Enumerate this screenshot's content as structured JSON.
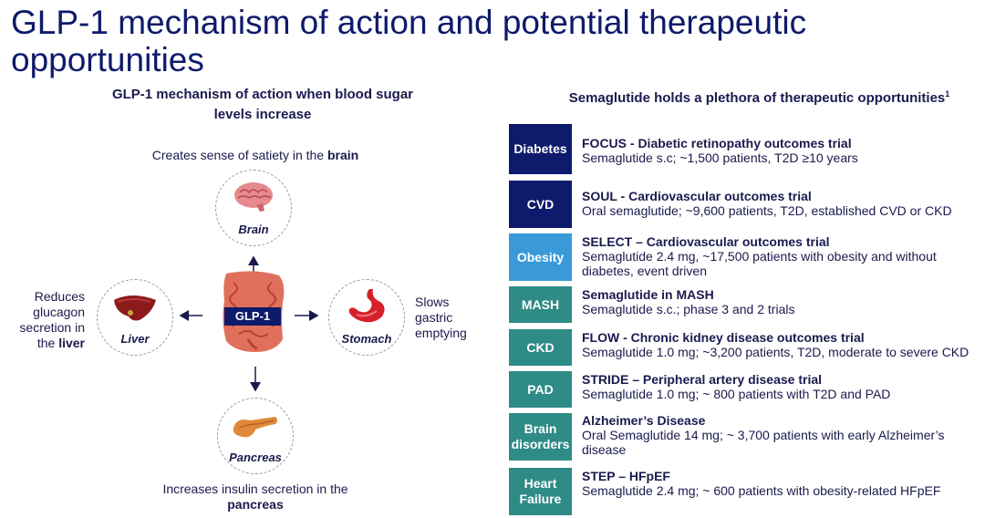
{
  "title": "GLP-1 mechanism of action and potential therapeutic opportunities",
  "left": {
    "heading": "GLP-1 mechanism of action when blood sugar levels increase",
    "center_label": "GLP-1",
    "brain": {
      "caption_pre": "Creates sense of satiety in the ",
      "caption_bold": "brain",
      "label": "Brain"
    },
    "liver": {
      "caption_pre": "Reduces glucagon secretion in the ",
      "caption_bold": "liver",
      "label": "Liver"
    },
    "stomach": {
      "caption": "Slows gastric emptying",
      "label": "Stomach"
    },
    "pancreas": {
      "caption_pre": "Increases insulin secretion in the ",
      "caption_bold": "pancreas",
      "label": "Pancreas"
    }
  },
  "right": {
    "heading": "Semaglutide holds a plethora of therapeutic opportunities",
    "heading_sup": "1",
    "rows": [
      {
        "tag": "Diabetes",
        "color": "#0e1a6b",
        "title": "FOCUS - Diabetic retinopathy outcomes trial",
        "desc": "Semaglutide s.c; ~1,500 patients, T2D ≥10 years"
      },
      {
        "tag": "CVD",
        "color": "#0e1a6b",
        "title": "SOUL - Cardiovascular outcomes trial",
        "desc": "Oral semaglutide; ~9,600 patients, T2D, established CVD or CKD"
      },
      {
        "tag": "Obesity",
        "color": "#3a9ad9",
        "title": "SELECT – Cardiovascular outcomes trial",
        "desc": "Semaglutide 2.4 mg, ~17,500 patients with obesity and without diabetes, event driven"
      },
      {
        "tag": "MASH",
        "color": "#2e8b86",
        "title": "Semaglutide in MASH",
        "desc": "Semaglutide s.c.; phase 3 and 2 trials"
      },
      {
        "tag": "CKD",
        "color": "#2e8b86",
        "title": "FLOW - Chronic kidney disease outcomes trial",
        "desc": "Semaglutide 1.0 mg; ~3,200 patients, T2D, moderate to severe CKD"
      },
      {
        "tag": "PAD",
        "color": "#2e8b86",
        "title": "STRIDE – Peripheral artery disease trial",
        "desc": "Semaglutide 1.0 mg; ~ 800 patients with T2D and PAD"
      },
      {
        "tag": "Brain disorders",
        "color": "#2e8b86",
        "title": "Alzheimer’s Disease",
        "desc": "Oral Semaglutide 14 mg; ~ 3,700 patients with early Alzheimer’s disease"
      },
      {
        "tag": "Heart Failure",
        "color": "#2e8b86",
        "title": "STEP – HFpEF",
        "desc": "Semaglutide 2.4 mg; ~ 600 patients with obesity-related HFpEF"
      }
    ]
  }
}
